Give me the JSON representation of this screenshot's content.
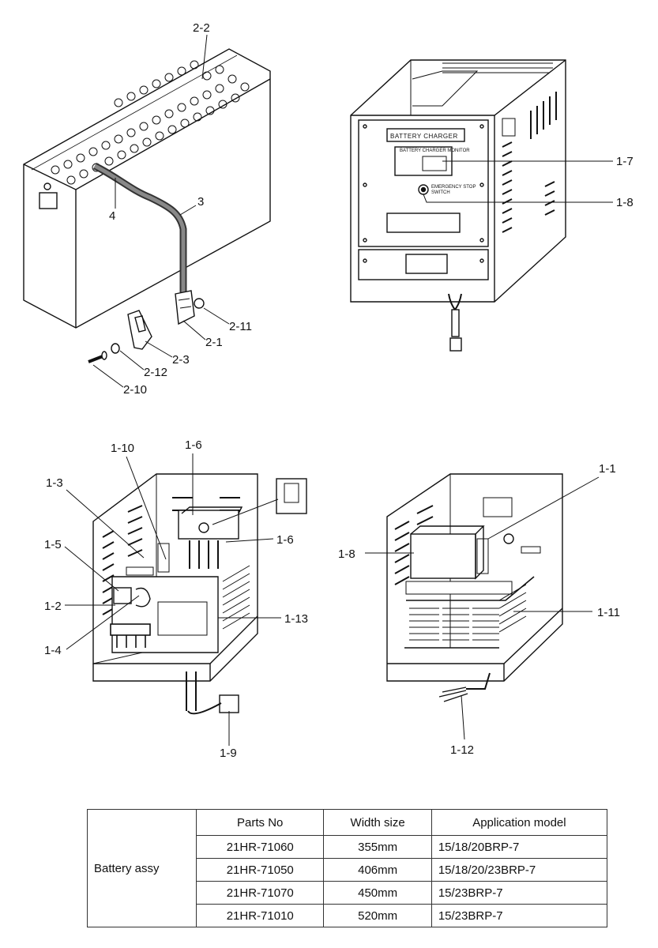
{
  "labels": {
    "battery": {
      "top": "2-2",
      "cable_end": "4",
      "cable": "3",
      "nut": "2-11",
      "plug": "2-1",
      "handle": "2-3",
      "washer": "2-12",
      "bolt": "2-10"
    },
    "charger_front": {
      "display": "1-7",
      "stop_switch": "1-8"
    },
    "charger_inside_left": {
      "l1_10": "1-10",
      "l1_6_top": "1-6",
      "l1_3": "1-3",
      "l1_6_right": "1-6",
      "l1_5": "1-5",
      "l1_2": "1-2",
      "l1_13": "1-13",
      "l1_4": "1-4",
      "l1_9": "1-9"
    },
    "charger_inside_right": {
      "l1_1": "1-1",
      "l1_8": "1-8",
      "l1_11": "1-11",
      "l1_12": "1-12"
    }
  },
  "panel_text": {
    "title": "BATTERY CHARGER",
    "display_heading": "BATTERY CHARGER MONITOR",
    "switch_label_1": "EMERGENCY STOP",
    "switch_label_2": "SWITCH"
  },
  "table": {
    "group_label": "Battery assy",
    "headers": [
      "Parts No",
      "Width size",
      "Application model"
    ],
    "rows": [
      [
        "21HR-71060",
        "355mm",
        "15/18/20BRP-7"
      ],
      [
        "21HR-71050",
        "406mm",
        "15/18/20/23BRP-7"
      ],
      [
        "21HR-71070",
        "450mm",
        "15/23BRP-7"
      ],
      [
        "21HR-71010",
        "520mm",
        "15/23BRP-7"
      ]
    ]
  }
}
